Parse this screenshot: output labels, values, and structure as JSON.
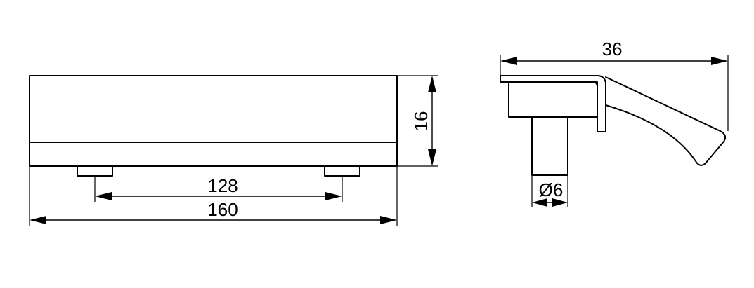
{
  "front_view": {
    "overall_length": "160",
    "hole_spacing": "128",
    "height": "16"
  },
  "side_view": {
    "depth": "36",
    "post_diameter": "Ø6"
  }
}
